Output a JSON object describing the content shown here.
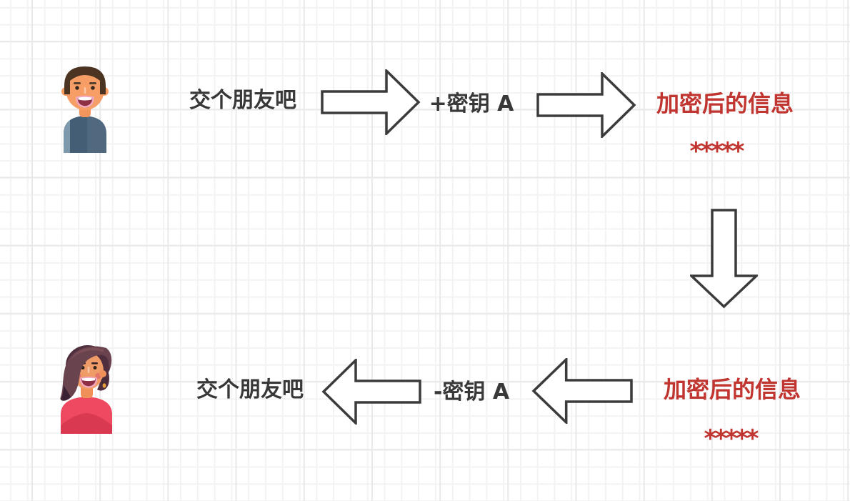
{
  "colors": {
    "background": "#FFFFFF",
    "grid_line_minor": "#F3F3F3",
    "grid_line_major": "#E9E9E9",
    "text_dark": "#383838",
    "text_red": "#C13530",
    "arrow_stroke": "#3B3B3B",
    "arrow_fill": "#FFFFFF"
  },
  "icons": {
    "sender": "man-avatar-icon",
    "receiver": "woman-avatar-icon",
    "encrypt_arrows": "right-arrow-icon",
    "transfer_arrow": "down-arrow-icon",
    "decrypt_arrows": "left-arrow-icon"
  },
  "top_flow": {
    "plain_message": "交个朋友吧",
    "key_step": "+密钥 A",
    "cipher_label": "加密后的信息",
    "cipher_text": "*****"
  },
  "bottom_flow": {
    "plain_message": "交个朋友吧",
    "key_step": "-密钥 A",
    "cipher_label": "加密后的信息",
    "cipher_text": "*****"
  }
}
